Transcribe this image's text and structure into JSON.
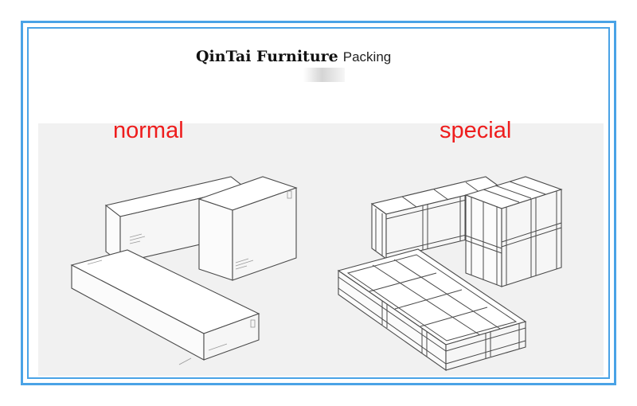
{
  "header": {
    "brand": "QinTai Furniture",
    "subtitle": "Packing"
  },
  "labels": {
    "normal": "normal",
    "special": "special"
  },
  "colors": {
    "frame_border": "#4aa3e6",
    "label_red": "#ee1c1c",
    "band_gray": "#f1f1f1"
  },
  "illustrations": {
    "normal": "cardboard-boxes-illustration",
    "special": "wooden-crates-illustration"
  }
}
